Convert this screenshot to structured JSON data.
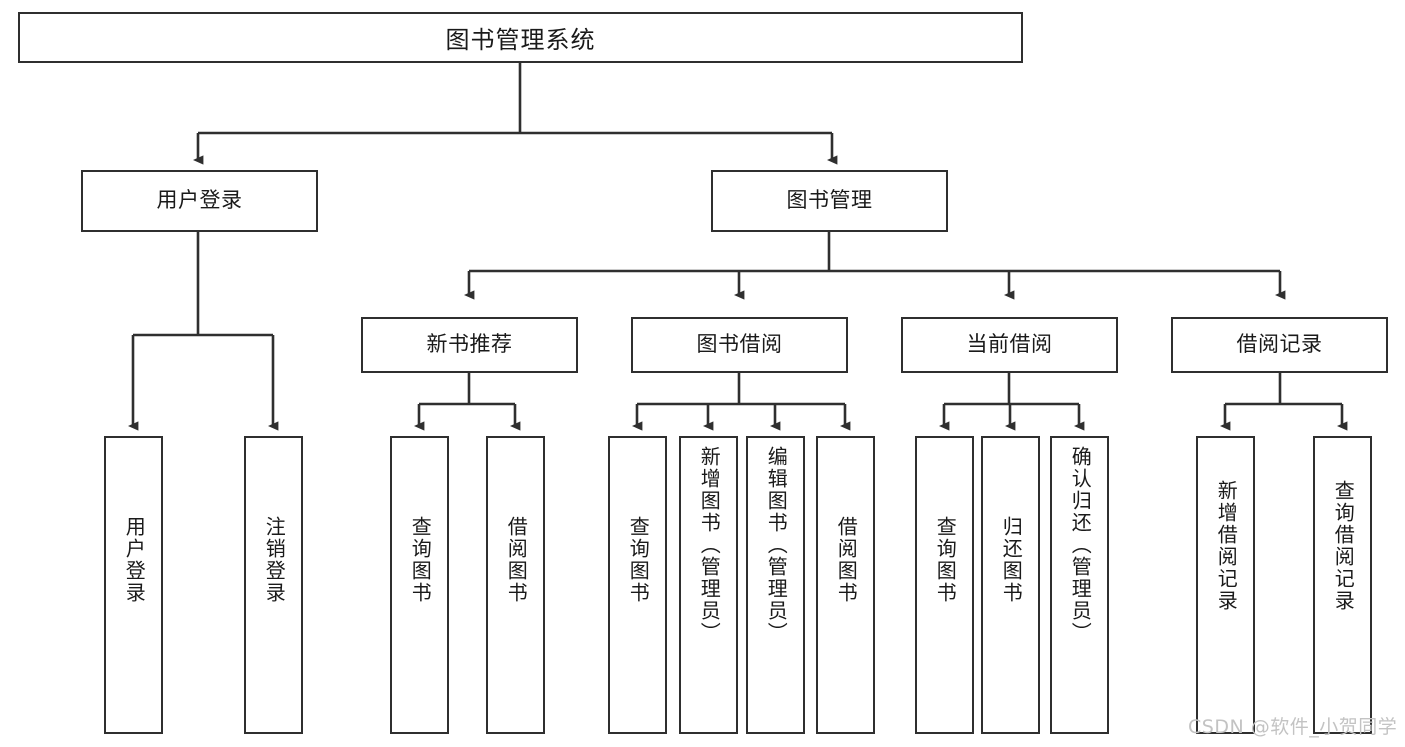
{
  "diagram": {
    "type": "tree",
    "title": "图书管理系统",
    "watermark": "CSDN @软件_小贺同学",
    "colors": {
      "background": "#ffffff",
      "box_border": "#2f2f2f",
      "connector": "#2f2f2f",
      "text": "#1a1a1a",
      "watermark": "#c3c3c3"
    },
    "root": {
      "label": "图书管理系统"
    },
    "level2": [
      {
        "label": "用户登录"
      },
      {
        "label": "图书管理"
      }
    ],
    "level3": [
      {
        "label": "新书推荐"
      },
      {
        "label": "图书借阅"
      },
      {
        "label": "当前借阅"
      },
      {
        "label": "借阅记录"
      }
    ],
    "leaves": {
      "user_login": [
        {
          "label": "用户登录"
        },
        {
          "label": "注销登录"
        }
      ],
      "new_book": [
        {
          "label": "查询图书"
        },
        {
          "label": "借阅图书"
        }
      ],
      "book_borrow": [
        {
          "label": "查询图书"
        },
        {
          "label": "新增图书（管理员）"
        },
        {
          "label": "编辑图书（管理员）"
        },
        {
          "label": "借阅图书"
        }
      ],
      "current_borrow": [
        {
          "label": "查询图书"
        },
        {
          "label": "归还图书"
        },
        {
          "label": "确认归还（管理员）"
        }
      ],
      "borrow_record": [
        {
          "label": "新增借阅记录"
        },
        {
          "label": "查询借阅记录"
        }
      ]
    }
  }
}
